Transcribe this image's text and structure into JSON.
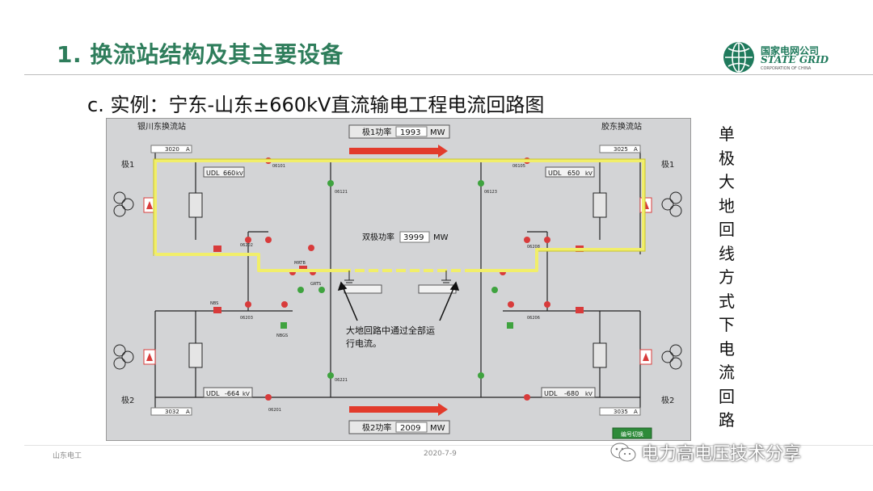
{
  "slide": {
    "title": "1. 换流站结构及其主要设备",
    "subtitle": "c. 实例：宁东-山东±660kV直流输电工程电流回路图"
  },
  "logo": {
    "name_cn": "国家电网公司",
    "name_en": "STATE GRID",
    "sub": "CORPORATION OF CHINA",
    "color": "#1f7a5c"
  },
  "diagram": {
    "left_station": "银川东换流站",
    "right_station": "胶东换流站",
    "pole1_left": "极1",
    "pole1_right": "极1",
    "pole2_left": "极2",
    "pole2_right": "极2",
    "pole1_power_label": "极1功率",
    "pole1_power_value": "1993",
    "pole2_power_label": "极2功率",
    "pole2_power_value": "2009",
    "bipole_power_label": "双极功率",
    "bipole_power_value": "3999",
    "unit_mw": "MW",
    "udl_label": "UDL",
    "unit_kv": "kV",
    "udl_left_top": "660",
    "udl_right_top": "650",
    "udl_left_bottom": "-664",
    "udl_right_bottom": "-680",
    "idl_left_top": "3020",
    "idl_right_top": "3025",
    "idl_left_bottom": "3032",
    "idl_right_bottom": "3035",
    "annotation": "大地回路中通过全部运行电流。",
    "breaker_ids": [
      "06101",
      "06121",
      "06123",
      "06105",
      "06202",
      "06203",
      "06206",
      "06208",
      "06201",
      "06221",
      "NBS",
      "NBGS",
      "MRTB",
      "GRTS"
    ],
    "unit_a": "A",
    "btn_label": "编号切换",
    "colors": {
      "current_path": "#f1ee6a",
      "breaker_closed": "#d83b3b",
      "breaker_open": "#3fa33f",
      "arrow": "#e23b2c",
      "bus": "#222222"
    }
  },
  "vertical_caption": [
    "单",
    "极",
    "大",
    "地",
    "回",
    "线",
    "方",
    "式",
    "下",
    "电",
    "流",
    "回",
    "路"
  ],
  "footer": {
    "left_text": "山东电工",
    "date": "2020-7-9"
  },
  "watermark": {
    "text": "电力高电压技术分享",
    "icon": "wechat-icon"
  }
}
